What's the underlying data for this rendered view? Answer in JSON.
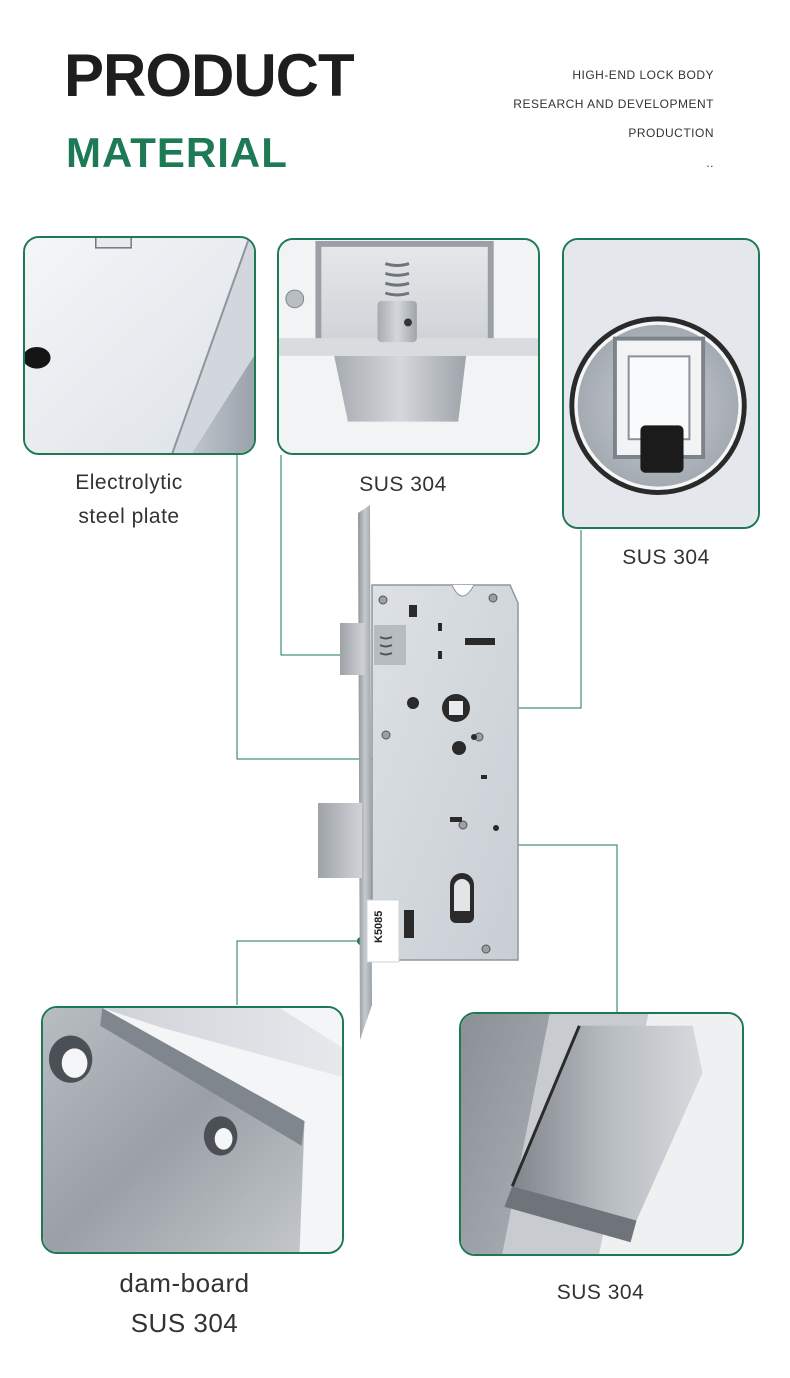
{
  "header": {
    "title": "PRODUCT",
    "subtitle": "MATERIAL",
    "taglines": [
      "HIGH-END LOCK BODY",
      "RESEARCH AND DEVELOPMENT",
      "PRODUCTION",
      ".."
    ]
  },
  "colors": {
    "accent": "#1e7a55",
    "connector": "#1e7a55",
    "text": "#333333"
  },
  "callouts": {
    "steel_plate": {
      "line1": "Electrolytic",
      "line2": "steel plate"
    },
    "latch_spring": {
      "label": "SUS 304"
    },
    "spindle_hub": {
      "label": "SUS 304"
    },
    "dam_board": {
      "line1": "dam-board",
      "line2": "SUS 304"
    },
    "deadbolt": {
      "label": "SUS 304"
    }
  },
  "lock": {
    "model_label": "K5085"
  }
}
